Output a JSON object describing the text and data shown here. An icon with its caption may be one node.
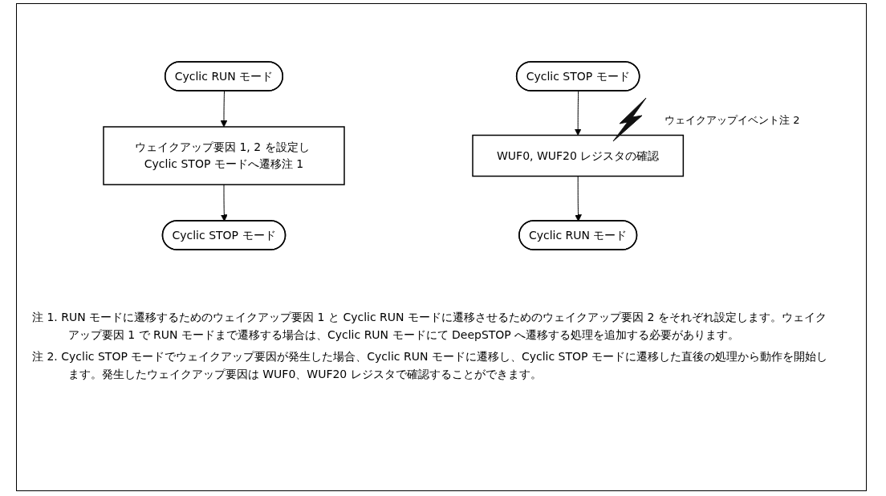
{
  "diagram": {
    "nodes": [
      {
        "text": [
          "Cyclic RUN モード"
        ]
      },
      {
        "text": [
          "ウェイクアップ要因 1, 2 を設定し Cyclic STOP モードへ遷移注 1"
        ]
      },
      {
        "text": [
          "Cyclic STOP モード"
        ]
      },
      {
        "text": [
          "Cyclic STOP モード"
        ]
      },
      {
        "text": [
          "WUF0, WUF20 レジスタの確認"
        ]
      },
      {
        "text": [
          "Cyclic RUN モード"
        ]
      }
    ],
    "edges": [
      {
        "from": 0,
        "to": 1,
        "arrow": "to"
      },
      {
        "from": 1,
        "to": 2,
        "arrow": "to"
      },
      {
        "from": 3,
        "to": 4,
        "arrow": "to"
      },
      {
        "from": 4,
        "to": 5,
        "arrow": "to"
      }
    ],
    "labels": [
      "ウェイクアップイベント注 2",
      "注 1. RUN モードに遷移するためのウェイクアップ要因 1 と Cyclic RUN モードに遷移させるためのウェイクアップ要因 2 をそれぞれ設定します。ウェイクアップ要因 1 で RUN モードまで遷移する場合は、Cyclic RUN モードにて DeepSTOP へ遷移する処理を追加する必要があります。",
      "注 2. Cyclic STOP モードでウェイクアップ要因が発生した場合、Cyclic RUN モードに遷移し、Cyclic STOP モードに遷移した直後の処理から動作を開始します。発生したウェイクアップ要因は WUF0、WUF20 レジスタで確認することができます。"
    ]
  }
}
